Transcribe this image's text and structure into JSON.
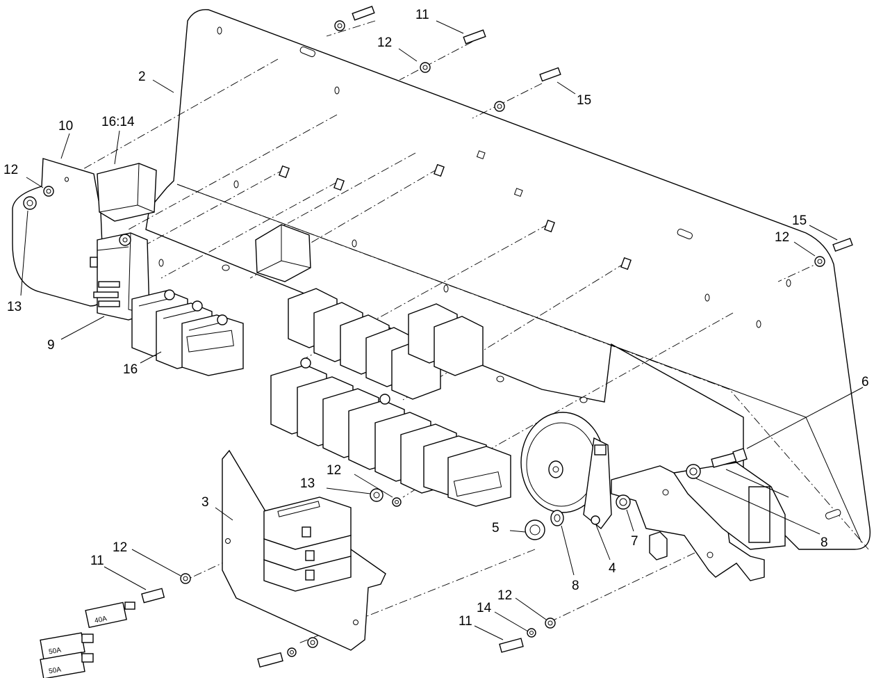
{
  "callouts": {
    "c2": "2",
    "c10": "10",
    "c16_14": "16:14",
    "c12_a": "12",
    "c13_a": "13",
    "c9": "9",
    "c16": "16",
    "c11_top": "11",
    "c12_top": "12",
    "c15_top": "15",
    "c15_right": "15",
    "c12_right": "12",
    "c6": "6",
    "c8_right": "8",
    "c7": "7",
    "c4": "4",
    "c8_mid": "8",
    "c5": "5",
    "c12_mid": "12",
    "c13_mid": "13",
    "c3": "3",
    "c12_left": "12",
    "c11_left": "11",
    "c12_bottom": "12",
    "c14": "14",
    "c11_bottom": "11"
  },
  "fuses": {
    "f40": "40A",
    "f50a": "50A",
    "f50b": "50A"
  }
}
